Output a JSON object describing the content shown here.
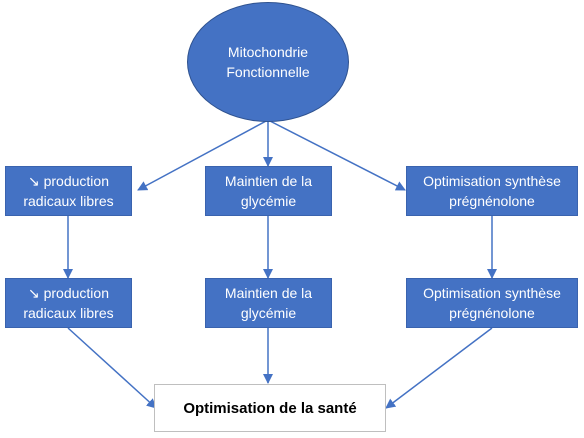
{
  "diagram": {
    "root": {
      "line1": "Mitochondrie",
      "line2": "Fonctionnelle"
    },
    "level1": [
      {
        "line1": "↘ production",
        "line2": "radicaux libres"
      },
      {
        "line1": "Maintien de la",
        "line2": "glycémie"
      },
      {
        "line1": "Optimisation synthèse",
        "line2": "prégnénolone"
      }
    ],
    "level2": [
      {
        "line1": "↘ production",
        "line2": "radicaux libres"
      },
      {
        "line1": "Maintien de la",
        "line2": "glycémie"
      },
      {
        "line1": "Optimisation synthèse",
        "line2": "prégnénolone"
      }
    ],
    "result": "Optimisation de la santé"
  },
  "colors": {
    "box_fill": "#4472c4",
    "connector": "#4472c4",
    "text_on_box": "#ffffff",
    "result_border": "#bfbfbf"
  }
}
